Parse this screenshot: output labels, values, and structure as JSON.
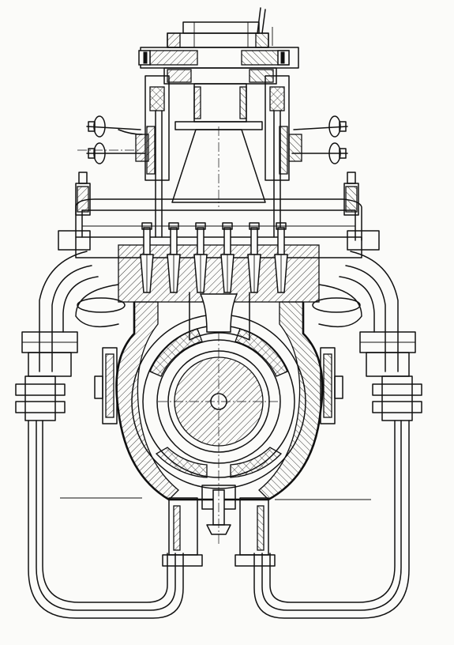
{
  "drawing": {
    "subject": "engineering-cross-section",
    "colors": {
      "ink": "#111111",
      "paper": "#fbfbf9"
    },
    "icons": [
      "cross-section-drawing",
      "hatching-pattern"
    ]
  }
}
